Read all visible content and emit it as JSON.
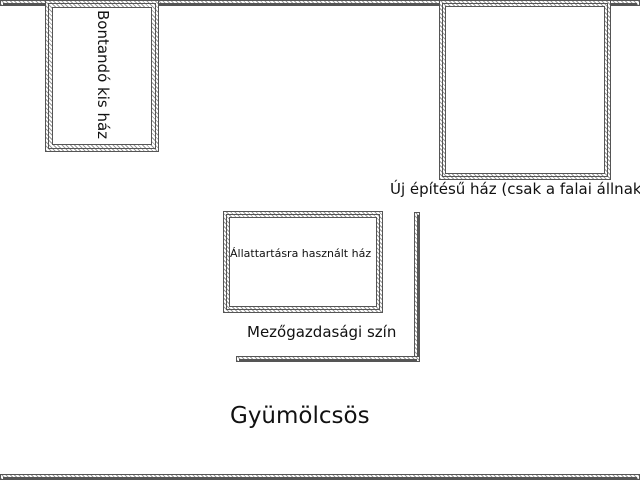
{
  "plan": {
    "small_house_label": "Bontandó kis ház",
    "new_house_label": "Új építésű ház (csak a falai állnak)",
    "animal_house_label": "Állattartásra használt ház",
    "shed_label": "Mezőgazdasági szín",
    "orchard_label": "Gyümölcsös"
  }
}
